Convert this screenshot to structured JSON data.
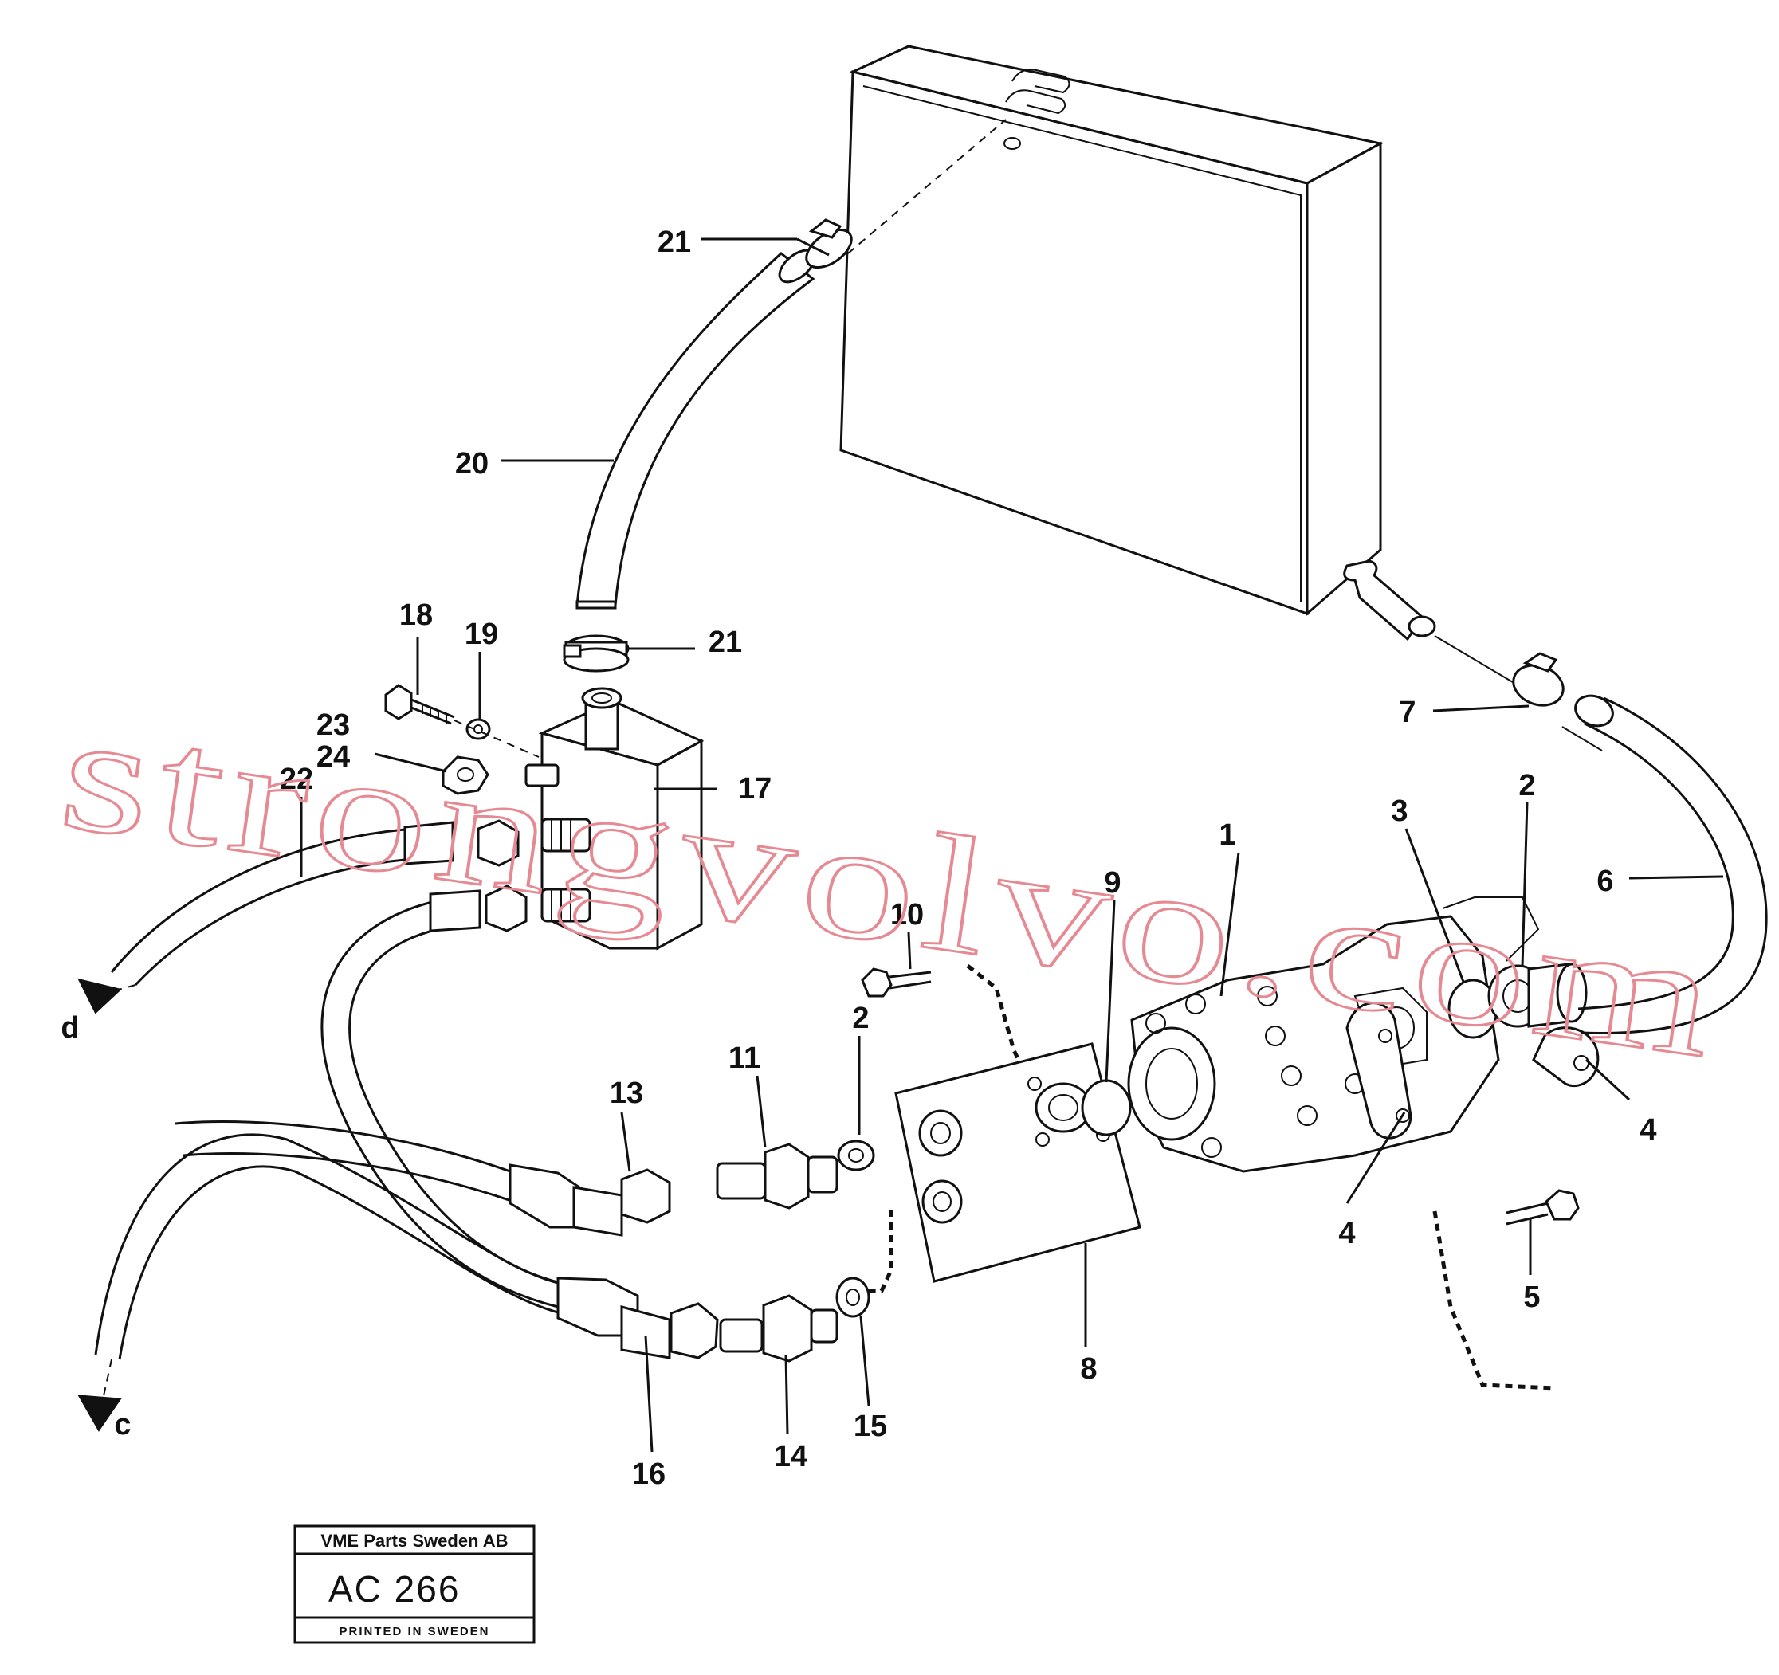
{
  "labels": {
    "l1": "1",
    "l2a": "2",
    "l2b": "2",
    "l3": "3",
    "l4a": "4",
    "l4b": "4",
    "l5": "5",
    "l6": "6",
    "l7": "7",
    "l8": "8",
    "l9": "9",
    "l10": "10",
    "l11": "11",
    "l13": "13",
    "l14": "14",
    "l15": "15",
    "l16": "16",
    "l17": "17",
    "l18": "18",
    "l19": "19",
    "l20": "20",
    "l21a": "21",
    "l21b": "21",
    "l22": "22",
    "l23": "23",
    "l24": "24",
    "lc": "c",
    "ld": "d"
  },
  "watermark": "strongvolvo.com",
  "stamp": {
    "company": "VME Parts Sweden AB",
    "code": "AC 266",
    "footer": "PRINTED IN SWEDEN"
  }
}
